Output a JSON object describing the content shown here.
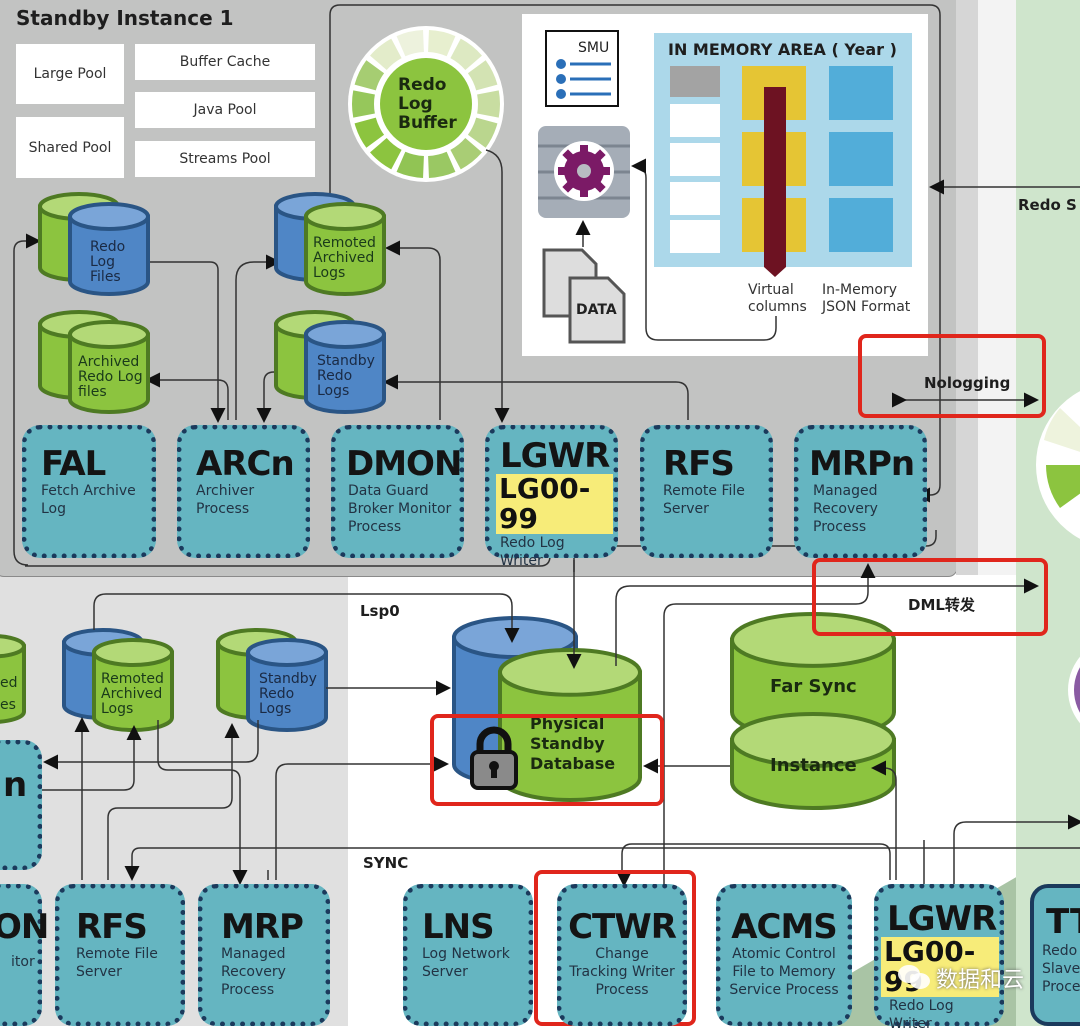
{
  "standby_instance": {
    "title": "Standby Instance 1",
    "memory_pools": [
      "Large  Pool",
      "Shared  Pool",
      "Buffer  Cache",
      "Java Pool",
      "Streams Pool"
    ],
    "redo_log_buffer": "Redo Log Buffer",
    "storage": {
      "redo_log_files": "Redo Log Files",
      "archived_redo_log_files": "Archived Redo Log files",
      "remoted_archived_logs": "Remoted Archived Logs",
      "standby_redo_logs": "Standby Redo Logs"
    },
    "in_memory": {
      "smu_label": "SMU",
      "data_label": "DATA",
      "area_title": "IN MEMORY AREA ( Year )",
      "virtual_columns": "Virtual columns",
      "json_format": "In-Memory JSON Format"
    },
    "processes": [
      {
        "name": "FAL",
        "desc": "Fetch Archive Log"
      },
      {
        "name": "ARCn",
        "desc": "Archiver Process"
      },
      {
        "name": "DMON",
        "desc": "Data Guard Broker Monitor Process"
      },
      {
        "name": "LGWR",
        "badge": "LG00-99",
        "desc": "Redo Log Writer"
      },
      {
        "name": "RFS",
        "desc": "Remote File Server"
      },
      {
        "name": "MRPn",
        "desc": "Managed Recovery Process"
      }
    ]
  },
  "right_labels": {
    "redo_stream": "Redo S",
    "nologging": "Nologging",
    "dml_forward": "DML转发"
  },
  "lower": {
    "lsp0": "Lsp0",
    "sync": "SYNC",
    "partial_cylinder": "ed es",
    "remoted_archived_logs": "Remoted Archived Logs",
    "standby_redo_logs": "Standby Redo Logs",
    "physical_standby": "Physical Standby Database",
    "far_sync_top": "Far Sync",
    "far_sync_bottom": "Instance",
    "partial_proc_n": "n",
    "partial_proc_on": "ON",
    "partial_proc_on_desc": "itor",
    "processes": [
      {
        "name": "RFS",
        "desc": "Remote File Server"
      },
      {
        "name": "MRP",
        "desc": "Managed Recovery Process"
      },
      {
        "name": "LNS",
        "desc": "Log Network Server"
      },
      {
        "name": "CTWR",
        "desc": "Change Tracking Writer Process"
      },
      {
        "name": "ACMS",
        "desc": "Atomic Control File to Memory Service Process"
      },
      {
        "name": "LGWR",
        "badge": "LG00-99",
        "desc": "Redo Log Writer"
      },
      {
        "name": "TT",
        "desc": "Redo Slave Proce"
      }
    ]
  },
  "watermark": "数据和云",
  "colors": {
    "process_fill": "#65b5c1",
    "process_border": "#1b3a5c",
    "highlight": "#e0261c",
    "cyl_green": "#8cc43f",
    "cyl_blue": "#4f86c6",
    "badge": "#f7ec79"
  }
}
